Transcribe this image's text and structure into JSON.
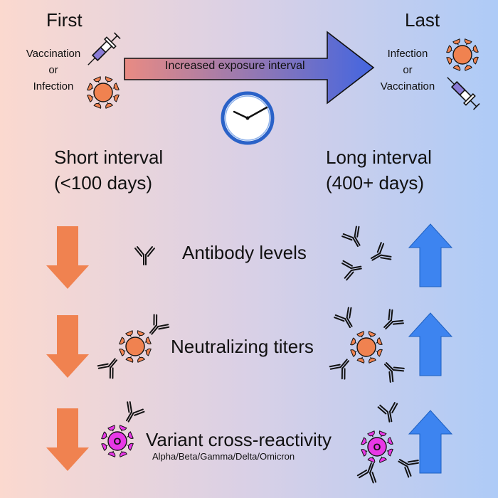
{
  "first": {
    "title": "First",
    "line1": "Vaccination",
    "line2": "or",
    "line3": "Infection"
  },
  "last": {
    "title": "Last",
    "line1": "Infection",
    "line2": "or",
    "line3": "Vaccination"
  },
  "arrow_label": "Increased exposure interval",
  "short_interval": {
    "line1": "Short interval",
    "line2": "(<100 days)"
  },
  "long_interval": {
    "line1": "Long interval",
    "line2": "(400+ days)"
  },
  "rows": [
    {
      "label": "Antibody levels",
      "short_direction": "down",
      "long_direction": "up"
    },
    {
      "label": "Neutralizing titers",
      "short_direction": "down",
      "long_direction": "up"
    },
    {
      "label": "Variant cross-reactivity",
      "short_direction": "down",
      "long_direction": "up"
    }
  ],
  "variants_list": "Alpha/Beta/Gamma/Delta/Omicron",
  "colors": {
    "down_arrow": "#f08250",
    "up_arrow": "#3d84f0",
    "virus": "#f08250",
    "variant_virus": "#e838e6",
    "syringe": "#8a7bd6",
    "big_arrow_start": "#e98b83",
    "big_arrow_end": "#4466e0"
  },
  "icons": [
    "syringe-icon",
    "virus-icon",
    "clock-icon",
    "antibody-icon",
    "variant-virus-icon"
  ]
}
